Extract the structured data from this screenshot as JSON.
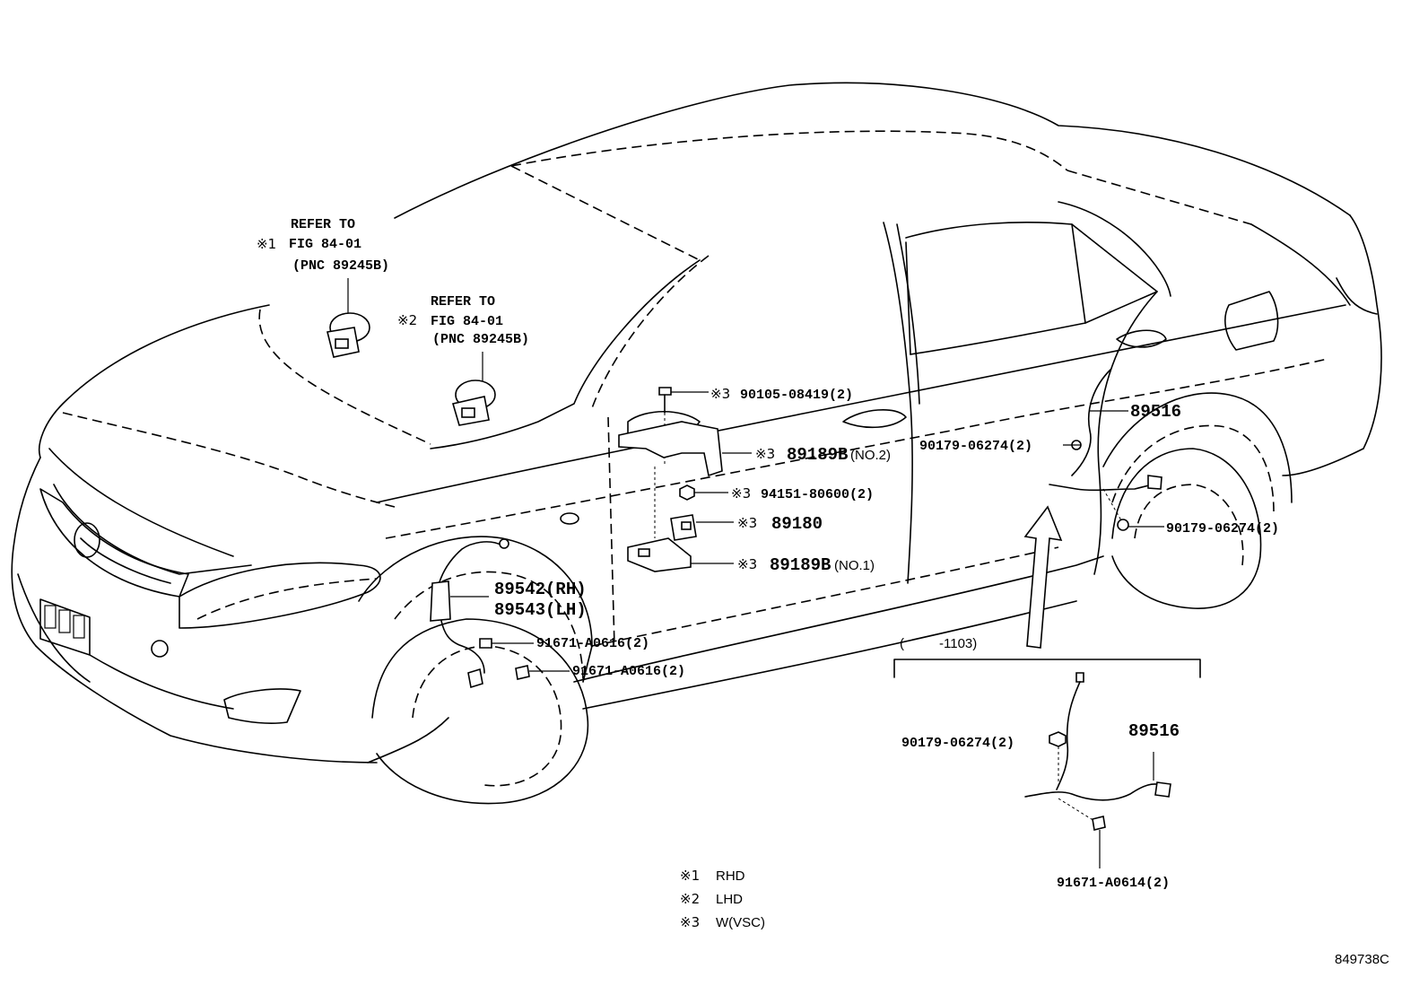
{
  "callouts": {
    "refer1": {
      "mark": "※1",
      "line1": "REFER TO",
      "line2": "FIG 84-01",
      "line3": "(PNC 89245B)"
    },
    "refer2": {
      "mark": "※2",
      "line1": "REFER TO",
      "line2": "FIG 84-01",
      "line3": "(PNC 89245B)"
    },
    "bolt_90105": {
      "mark": "※3",
      "code": "90105-08419(2)"
    },
    "bracket_no2": {
      "mark": "※3",
      "code": "89189B",
      "suffix": "(NO.2)"
    },
    "nut_94151": {
      "mark": "※3",
      "code": "94151-80600(2)"
    },
    "sensor_89180": {
      "mark": "※3",
      "code": "89180"
    },
    "bracket_no1": {
      "mark": "※3",
      "code": "89189B",
      "suffix": "(NO.1)"
    },
    "front_sensor_rh": {
      "code": "89542(RH)"
    },
    "front_sensor_lh": {
      "code": "89543(LH)"
    },
    "front_bolt_a": {
      "code": "91671-A0616(2)"
    },
    "front_bolt_b": {
      "code": "91671-A0616(2)"
    },
    "rear_sensor": {
      "code": "89516"
    },
    "rear_clip_left": {
      "code": "90179-06274(2)"
    },
    "rear_clip_right": {
      "code": "90179-06274(2)"
    },
    "inset_range": {
      "open": "(",
      "value": "-1103)"
    },
    "inset_sensor": {
      "code": "89516"
    },
    "inset_clip": {
      "code": "90179-06274(2)"
    },
    "inset_bolt": {
      "code": "91671-A0614(2)"
    }
  },
  "legend": [
    {
      "mark": "※1",
      "text": "RHD"
    },
    {
      "mark": "※2",
      "text": "LHD"
    },
    {
      "mark": "※3",
      "text": "W(VSC)"
    }
  ],
  "figure_id": "849738C"
}
